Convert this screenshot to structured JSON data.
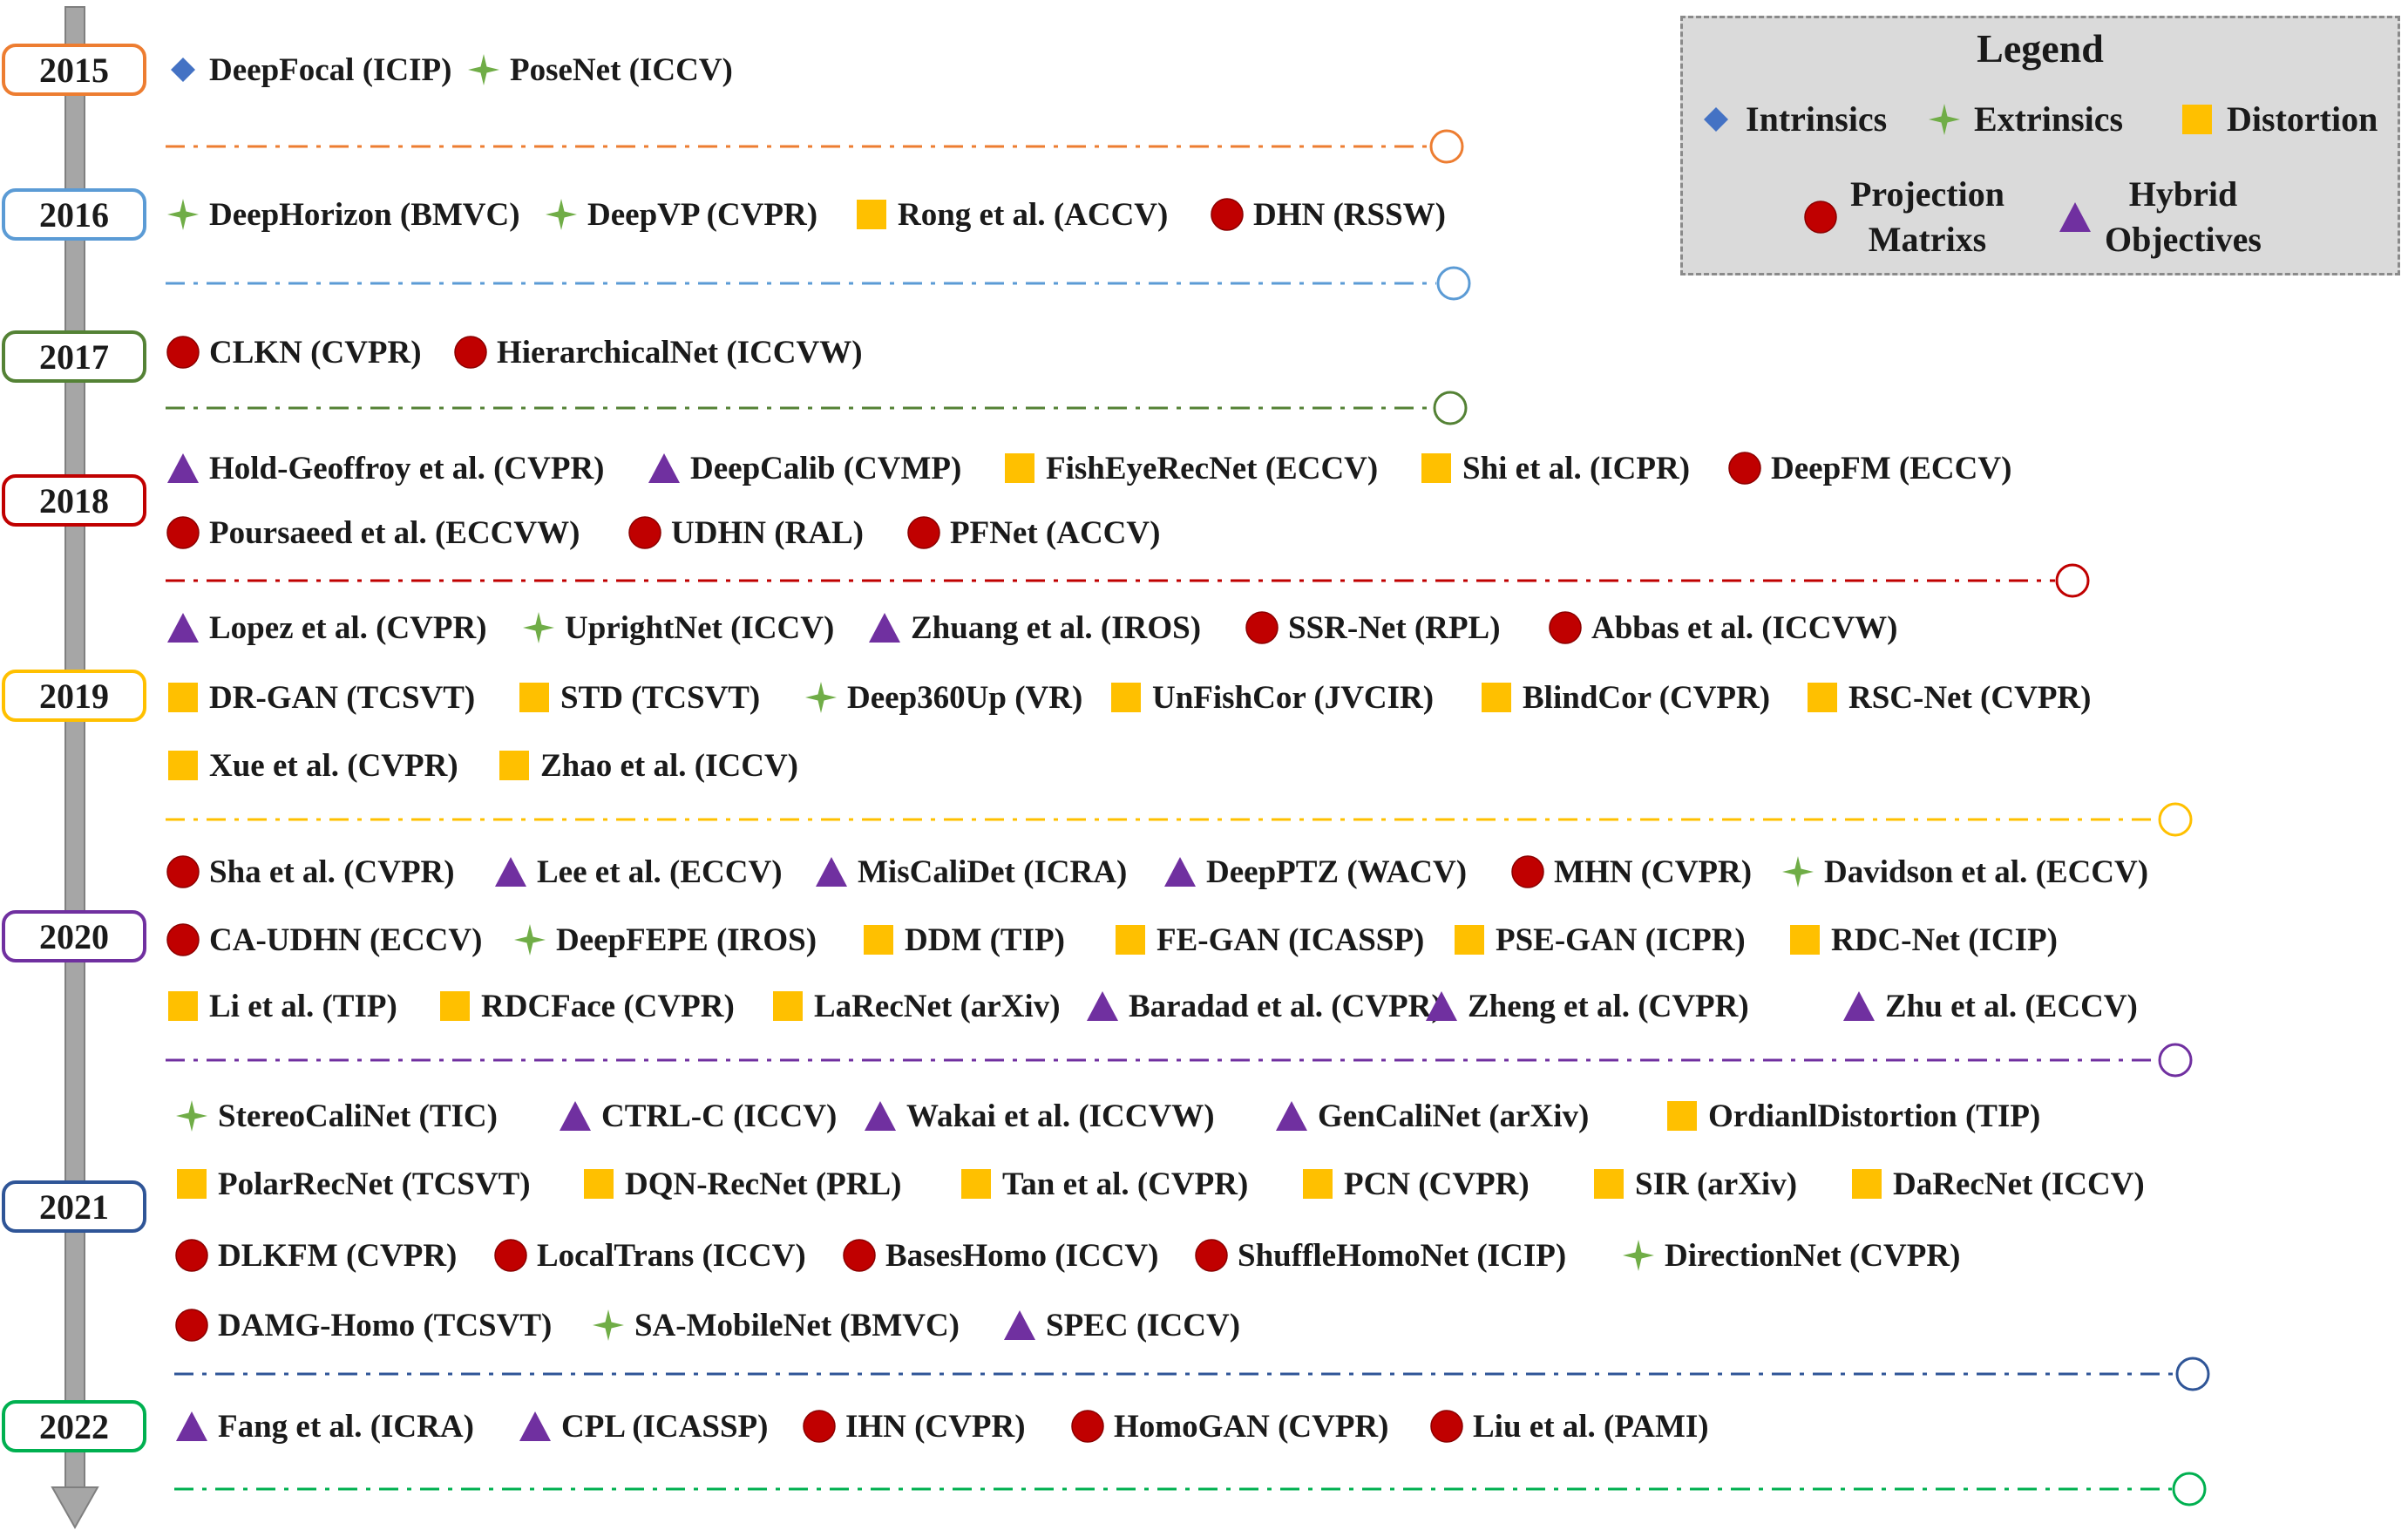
{
  "colors": {
    "intrinsics": "#4472C4",
    "extrinsics": "#70AD47",
    "distortion": "#FFC000",
    "projection": "#C00000",
    "hybrid": "#7030A0",
    "arrow": "#a6a6a6"
  },
  "legend": {
    "title": "Legend",
    "items": [
      {
        "type": "intrinsics",
        "label": "Intrinsics"
      },
      {
        "type": "extrinsics",
        "label": "Extrinsics"
      },
      {
        "type": "distortion",
        "label": "Distortion"
      },
      {
        "type": "projection",
        "label_lines": [
          "Projection",
          "Matrixs"
        ]
      },
      {
        "type": "hybrid",
        "label_lines": [
          "Hybrid",
          "Objectives"
        ]
      }
    ]
  },
  "years": [
    {
      "year": "2015",
      "color": "#ED7D31",
      "rows": [
        [
          {
            "type": "intrinsics",
            "label": "DeepFocal (ICIP)"
          },
          {
            "type": "extrinsics",
            "label": "PoseNet (ICCV)"
          }
        ]
      ]
    },
    {
      "year": "2016",
      "color": "#5B9BD5",
      "rows": [
        [
          {
            "type": "extrinsics",
            "label": "DeepHorizon (BMVC)"
          },
          {
            "type": "extrinsics",
            "label": "DeepVP (CVPR)"
          },
          {
            "type": "distortion",
            "label": "Rong et al. (ACCV)"
          },
          {
            "type": "projection",
            "label": "DHN (RSSW)"
          }
        ]
      ]
    },
    {
      "year": "2017",
      "color": "#548235",
      "rows": [
        [
          {
            "type": "projection",
            "label": "CLKN (CVPR)"
          },
          {
            "type": "projection",
            "label": "HierarchicalNet (ICCVW)"
          }
        ]
      ]
    },
    {
      "year": "2018",
      "color": "#C00000",
      "rows": [
        [
          {
            "type": "hybrid",
            "label": "Hold-Geoffroy et al. (CVPR)"
          },
          {
            "type": "hybrid",
            "label": "DeepCalib (CVMP)"
          },
          {
            "type": "distortion",
            "label": "FishEyeRecNet (ECCV)"
          },
          {
            "type": "distortion",
            "label": "Shi et al. (ICPR)"
          },
          {
            "type": "projection",
            "label": "DeepFM (ECCV)"
          }
        ],
        [
          {
            "type": "projection",
            "label": "Poursaeed et al. (ECCVW)"
          },
          {
            "type": "projection",
            "label": "UDHN (RAL)"
          },
          {
            "type": "projection",
            "label": "PFNet (ACCV)"
          }
        ]
      ]
    },
    {
      "year": "2019",
      "color": "#FFC000",
      "rows": [
        [
          {
            "type": "hybrid",
            "label": "Lopez et al. (CVPR)"
          },
          {
            "type": "extrinsics",
            "label": "UprightNet (ICCV)"
          },
          {
            "type": "hybrid",
            "label": "Zhuang et al. (IROS)"
          },
          {
            "type": "projection",
            "label": "SSR-Net (RPL)"
          },
          {
            "type": "projection",
            "label": "Abbas et al. (ICCVW)"
          }
        ],
        [
          {
            "type": "distortion",
            "label": "DR-GAN (TCSVT)"
          },
          {
            "type": "distortion",
            "label": "STD (TCSVT)"
          },
          {
            "type": "extrinsics",
            "label": "Deep360Up (VR)"
          },
          {
            "type": "distortion",
            "label": "UnFishCor (JVCIR)"
          },
          {
            "type": "distortion",
            "label": "BlindCor (CVPR)"
          },
          {
            "type": "distortion",
            "label": "RSC-Net (CVPR)"
          }
        ],
        [
          {
            "type": "distortion",
            "label": "Xue et al. (CVPR)"
          },
          {
            "type": "distortion",
            "label": "Zhao et al. (ICCV)"
          }
        ]
      ]
    },
    {
      "year": "2020",
      "color": "#7030A0",
      "rows": [
        [
          {
            "type": "projection",
            "label": "Sha et al. (CVPR)"
          },
          {
            "type": "hybrid",
            "label": "Lee et al. (ECCV)"
          },
          {
            "type": "hybrid",
            "label": "MisCaliDet (ICRA)"
          },
          {
            "type": "hybrid",
            "label": "DeepPTZ (WACV)"
          },
          {
            "type": "projection",
            "label": "MHN (CVPR)"
          },
          {
            "type": "extrinsics",
            "label": "Davidson et al. (ECCV)"
          }
        ],
        [
          {
            "type": "projection",
            "label": "CA-UDHN (ECCV)"
          },
          {
            "type": "extrinsics",
            "label": "DeepFEPE (IROS)"
          },
          {
            "type": "distortion",
            "label": "DDM (TIP)"
          },
          {
            "type": "distortion",
            "label": "FE-GAN (ICASSP)"
          },
          {
            "type": "distortion",
            "label": "PSE-GAN (ICPR)"
          },
          {
            "type": "distortion",
            "label": "RDC-Net (ICIP)"
          }
        ],
        [
          {
            "type": "distortion",
            "label": "Li et al. (TIP)"
          },
          {
            "type": "distortion",
            "label": "RDCFace (CVPR)"
          },
          {
            "type": "distortion",
            "label": "LaRecNet (arXiv)"
          },
          {
            "type": "hybrid",
            "label": "Baradad et al. (CVPR)"
          },
          {
            "type": "hybrid",
            "label": "Zheng et al. (CVPR)"
          },
          {
            "type": "hybrid",
            "label": "Zhu et al. (ECCV)"
          }
        ]
      ]
    },
    {
      "year": "2021",
      "color": "#2F5597",
      "rows": [
        [
          {
            "type": "extrinsics",
            "label": "StereoCaliNet (TIC)"
          },
          {
            "type": "hybrid",
            "label": "CTRL-C (ICCV)"
          },
          {
            "type": "hybrid",
            "label": "Wakai et al. (ICCVW)"
          },
          {
            "type": "hybrid",
            "label": "GenCaliNet (arXiv)"
          },
          {
            "type": "distortion",
            "label": "OrdianlDistortion (TIP)"
          }
        ],
        [
          {
            "type": "distortion",
            "label": "PolarRecNet (TCSVT)"
          },
          {
            "type": "distortion",
            "label": "DQN-RecNet (PRL)"
          },
          {
            "type": "distortion",
            "label": "Tan et al. (CVPR)"
          },
          {
            "type": "distortion",
            "label": "PCN (CVPR)"
          },
          {
            "type": "distortion",
            "label": "SIR (arXiv)"
          },
          {
            "type": "distortion",
            "label": "DaRecNet (ICCV)"
          }
        ],
        [
          {
            "type": "projection",
            "label": "DLKFM (CVPR)"
          },
          {
            "type": "projection",
            "label": "LocalTrans (ICCV)"
          },
          {
            "type": "projection",
            "label": "BasesHomo (ICCV)"
          },
          {
            "type": "projection",
            "label": "ShuffleHomoNet (ICIP)"
          },
          {
            "type": "extrinsics",
            "label": "DirectionNet (CVPR)"
          }
        ],
        [
          {
            "type": "projection",
            "label": "DAMG-Homo (TCSVT)"
          },
          {
            "type": "extrinsics",
            "label": "SA-MobileNet (BMVC)"
          },
          {
            "type": "hybrid",
            "label": "SPEC (ICCV)"
          }
        ]
      ]
    },
    {
      "year": "2022",
      "color": "#00B050",
      "rows": [
        [
          {
            "type": "hybrid",
            "label": "Fang et al. (ICRA)"
          },
          {
            "type": "hybrid",
            "label": "CPL (ICASSP)"
          },
          {
            "type": "projection",
            "label": "IHN (CVPR)"
          },
          {
            "type": "projection",
            "label": "HomoGAN (CVPR)"
          },
          {
            "type": "projection",
            "label": "Liu et al. (PAMI)"
          }
        ]
      ]
    }
  ]
}
